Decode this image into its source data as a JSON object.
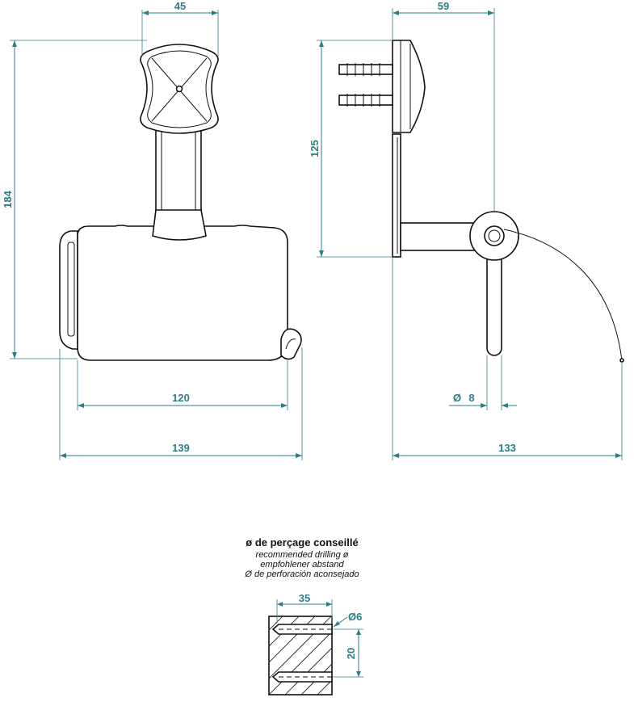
{
  "dimensions": {
    "front_width_top": "45",
    "front_height": "184",
    "front_roll_width": "120",
    "front_total_width": "139",
    "side_depth_top": "59",
    "side_height": "125",
    "side_diameter_symbol": "Ø",
    "side_diameter": "8",
    "side_total_depth": "133"
  },
  "drilling": {
    "title": "ø de perçage conseillé",
    "lines": [
      "recommended drilling ø",
      "empfohlener abstand",
      "Ø de perforación aconsejado"
    ],
    "width": "35",
    "hole_diameter": "Ø6",
    "spacing": "20"
  },
  "colors": {
    "dimension": "#2a7f86",
    "outline": "#111111"
  }
}
